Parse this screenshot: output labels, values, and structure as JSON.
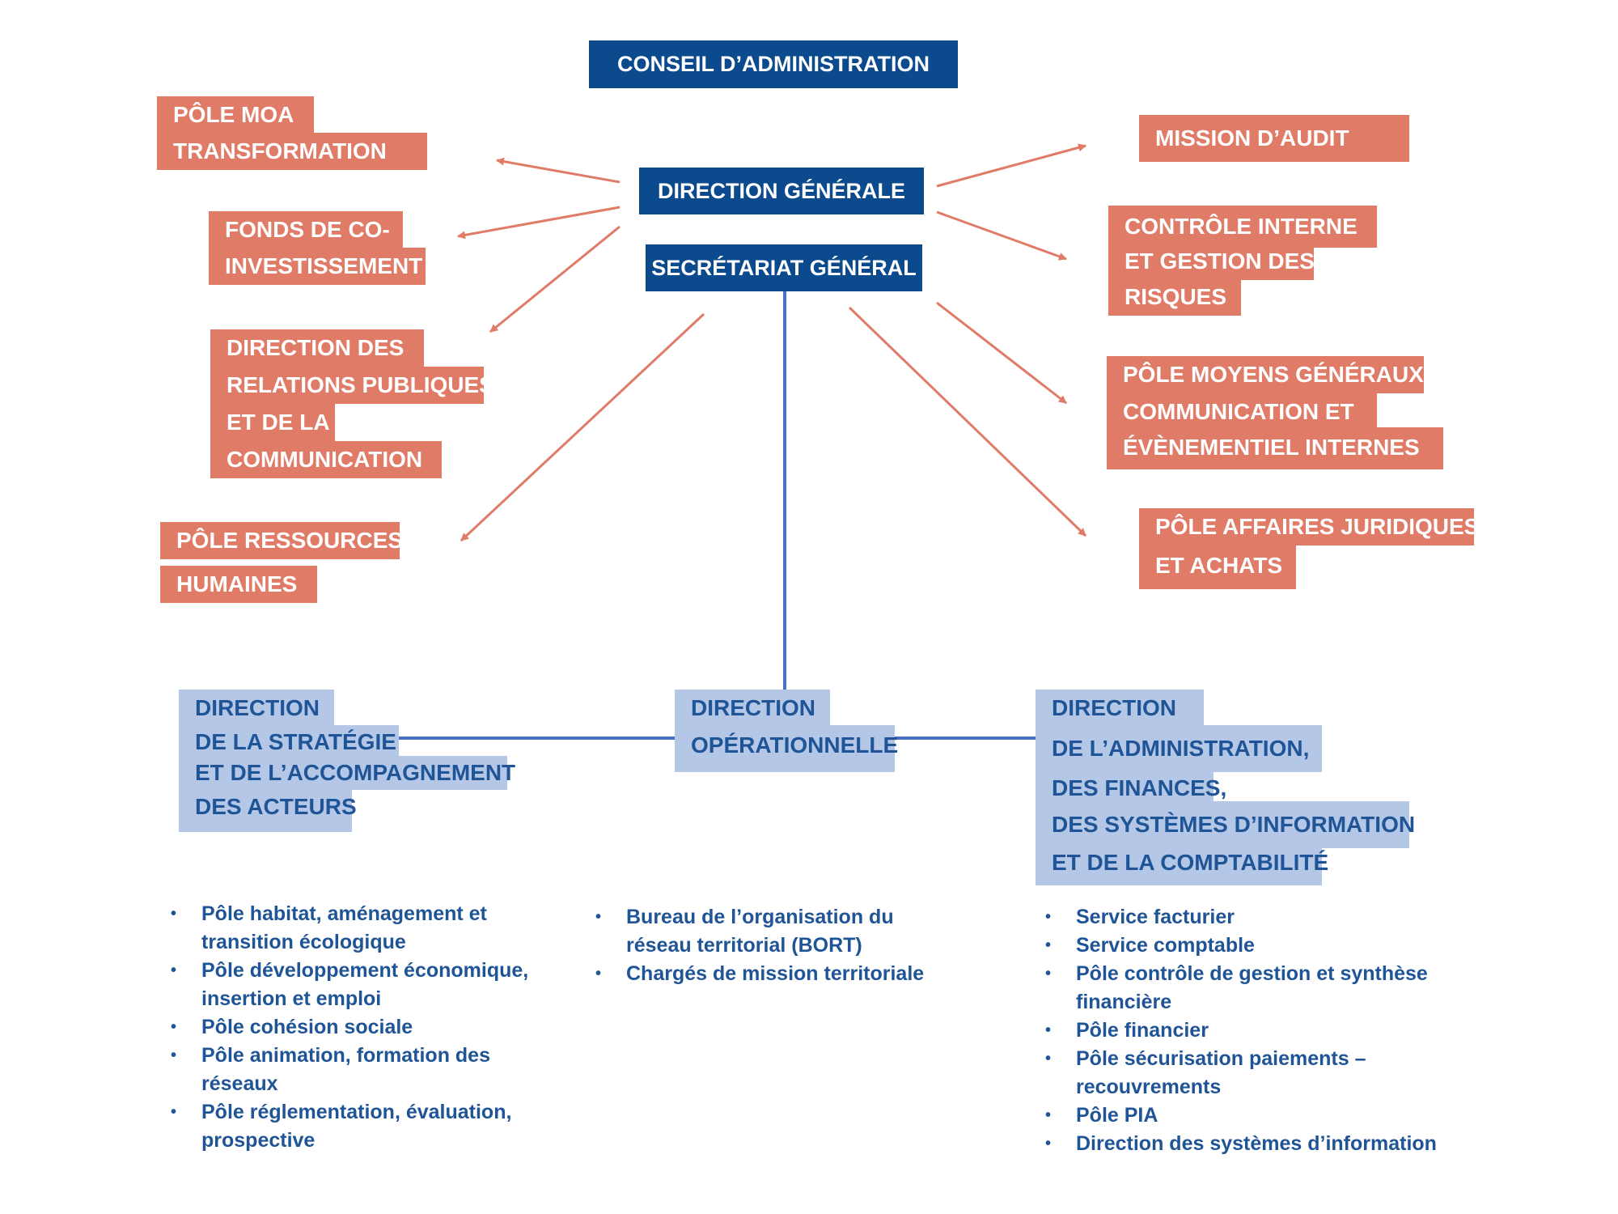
{
  "top": {
    "conseil": "CONSEIL D’ADMINISTRATION",
    "direction_generale": "DIRECTION GÉNÉRALE",
    "secretariat_general": "SECRÉTARIAT GÉNÉRAL"
  },
  "left_units": {
    "moa": [
      "PÔLE  MOA",
      "TRANSFORMATION"
    ],
    "fonds": [
      "FONDS DE CO-",
      "INVESTISSEMENT"
    ],
    "relations": [
      "DIRECTION DES",
      "RELATIONS PUBLIQUES",
      "ET DE LA",
      "COMMUNICATION"
    ],
    "rh": [
      "PÔLE RESSOURCES",
      "HUMAINES"
    ]
  },
  "right_units": {
    "audit": [
      "MISSION D’AUDIT"
    ],
    "controle": [
      "CONTRÔLE INTERNE",
      "ET GESTION DES",
      "RISQUES"
    ],
    "moyens": [
      "PÔLE MOYENS GÉNÉRAUX,",
      "COMMUNICATION ET",
      "ÉVÈNEMENTIEL INTERNES"
    ],
    "juridique": [
      "PÔLE AFFAIRES JURIDIQUES",
      "ET ACHATS"
    ]
  },
  "directions": {
    "strategie": {
      "lines": [
        "DIRECTION",
        "DE LA STRATÉGIE",
        "ET DE L’ACCOMPAGNEMENT",
        "DES ACTEURS"
      ],
      "items": [
        "Pôle habitat, aménagement et transition écologique",
        "Pôle développement économique, insertion et emploi",
        "Pôle cohésion sociale",
        "Pôle animation, formation des réseaux",
        "Pôle réglementation, évaluation, prospective"
      ]
    },
    "operationnelle": {
      "lines": [
        "DIRECTION",
        "OPÉRATIONNELLE"
      ],
      "items": [
        "Bureau de l’organisation du réseau territorial (BORT)",
        "Chargés de mission territoriale"
      ]
    },
    "administration": {
      "lines": [
        "DIRECTION",
        "DE L’ADMINISTRATION,",
        "DES FINANCES,",
        "DES SYSTÈMES D’INFORMATION",
        "ET DE LA COMPTABILITÉ"
      ],
      "items": [
        "Service facturier",
        "Service comptable",
        "Pôle contrôle de gestion et synthèse financière",
        "Pôle financier",
        "Pôle sécurisation paiements – recouvrements",
        "Pôle PIA",
        "Direction des systèmes d’information"
      ]
    }
  },
  "colors": {
    "dark_blue": "#0c4a8e",
    "orange": "#e07b67",
    "light_blue": "#b4c7e7",
    "text_blue": "#1f5496",
    "connector": "#4a72c4"
  }
}
